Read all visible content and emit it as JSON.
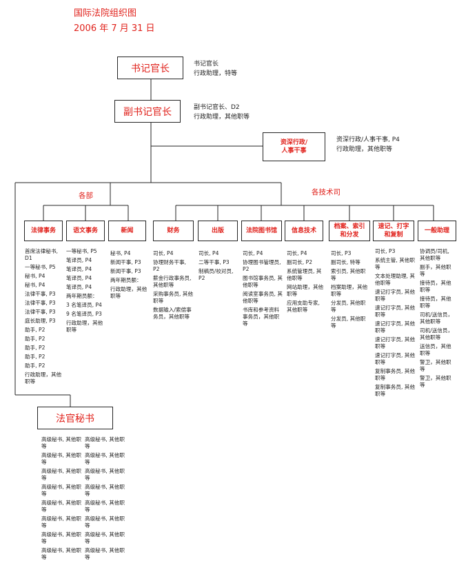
{
  "title": "国际法院组织图",
  "date": "2006 年 7 月 31 日",
  "registrar": {
    "label": "书记官长",
    "notes": [
      "书记官长",
      "行政助理，特等"
    ]
  },
  "deputy": {
    "label": "副书记官长",
    "notes": [
      "副书记官长、D2",
      "行政助理，其他职等"
    ]
  },
  "admin": {
    "label_line1": "资深行政/",
    "label_line2": "人事干事",
    "notes": [
      "资深行政/人事干事, P4",
      "行政助理，其他职等"
    ]
  },
  "groups": {
    "departments": "各部",
    "technical": "各技术司"
  },
  "units": [
    {
      "label": "法律事务",
      "items": [
        "首席法律秘书, D1",
        "一等秘书, P5",
        "秘书, P4",
        "秘书, P4",
        "法律干事, P3",
        "法律干事, P3",
        "法律干事, P3",
        "庭长助理, P3",
        "助手, P2",
        "助手, P2",
        "助手, P2",
        "助手, P2",
        "助手, P2",
        "行政助理，其他职等"
      ]
    },
    {
      "label": "语文事务",
      "items": [
        "一等秘书, P5",
        "笔译员, P4",
        "笔译员, P4",
        "笔译员, P4",
        "笔译员, P4",
        "两年期员额：",
        "3 名笔译员, P4",
        "9 名笔译员, P3",
        "行政助理，其他职等"
      ]
    },
    {
      "label": "新闻",
      "items": [
        "秘书, P4",
        "新闻干事, P3",
        "新闻干事, P3",
        "两年期员额：",
        "行政助理，其他职等"
      ]
    },
    {
      "label": "财务",
      "items": [
        "司长, P4",
        "协理财务干事, P2",
        "薪金行政事务员, 其他职等",
        "采购事务员, 其他职等",
        "数据输入/索偿事务员，其他职等"
      ]
    },
    {
      "label": "出版",
      "items": [
        "司长, P4",
        "二等干事, P3",
        "制稿员/校对员, P2"
      ]
    },
    {
      "label": "法院图书馆",
      "items": [
        "司长, P4",
        "协理图书管理员, P2",
        "图书馆事务员, 其他职等",
        "阅读室事务员, 其他职等",
        "书库和参考资料事务员，其他职等"
      ]
    },
    {
      "label": "信息技术",
      "items": [
        "司长, P4",
        "副司长, P2",
        "系统管理员, 其他职等",
        "网站助理，其他职等",
        "应用支助专家, 其他职等"
      ]
    },
    {
      "label_line1": "档案、索引",
      "label_line2": "和分发",
      "items": [
        "司长, P3",
        "副司长, 特等",
        "索引员, 其他职等",
        "档案助理，其他职等",
        "分发员, 其他职等",
        "分发员, 其他职等"
      ]
    },
    {
      "label_line1": "速记、打字",
      "label_line2": "和复制",
      "items": [
        "司长, P3",
        "系统主管, 其他职等",
        "文本处理助理, 其他职等",
        "速记打字员, 其他职等",
        "速记打字员, 其他职等",
        "速记打字员, 其他职等",
        "速记打字员, 其他职等",
        "速记打字员, 其他职等",
        "复制事务员, 其他职等",
        "复制事务员, 其他职等"
      ]
    },
    {
      "label": "一般助理",
      "items": [
        "协调员/司机, 其他职等",
        "副手，其他职等",
        "接待员，其他职等",
        "接待员，其他职等",
        "司机/送信员，其他职等",
        "司机/送信员，其他职等",
        "送信员，其他职等",
        "警卫，其他职等",
        "警卫，其他职等"
      ]
    }
  ],
  "clerks": {
    "label": "法官秘书",
    "items": [
      "高级秘书, 其他职等",
      "高级秘书, 其他职等",
      "高级秘书, 其他职等",
      "高级秘书, 其他职等",
      "高级秘书, 其他职等",
      "高级秘书, 其他职等",
      "高级秘书, 其他职等",
      "高级秘书, 其他职等",
      "高级秘书, 其他职等",
      "高级秘书, 其他职等",
      "高级秘书, 其他职等",
      "高级秘书, 其他职等",
      "高级秘书, 其他职等",
      "高级秘书, 其他职等",
      "高级秘书, 其他职等",
      "高级秘书, 其他职等"
    ]
  }
}
